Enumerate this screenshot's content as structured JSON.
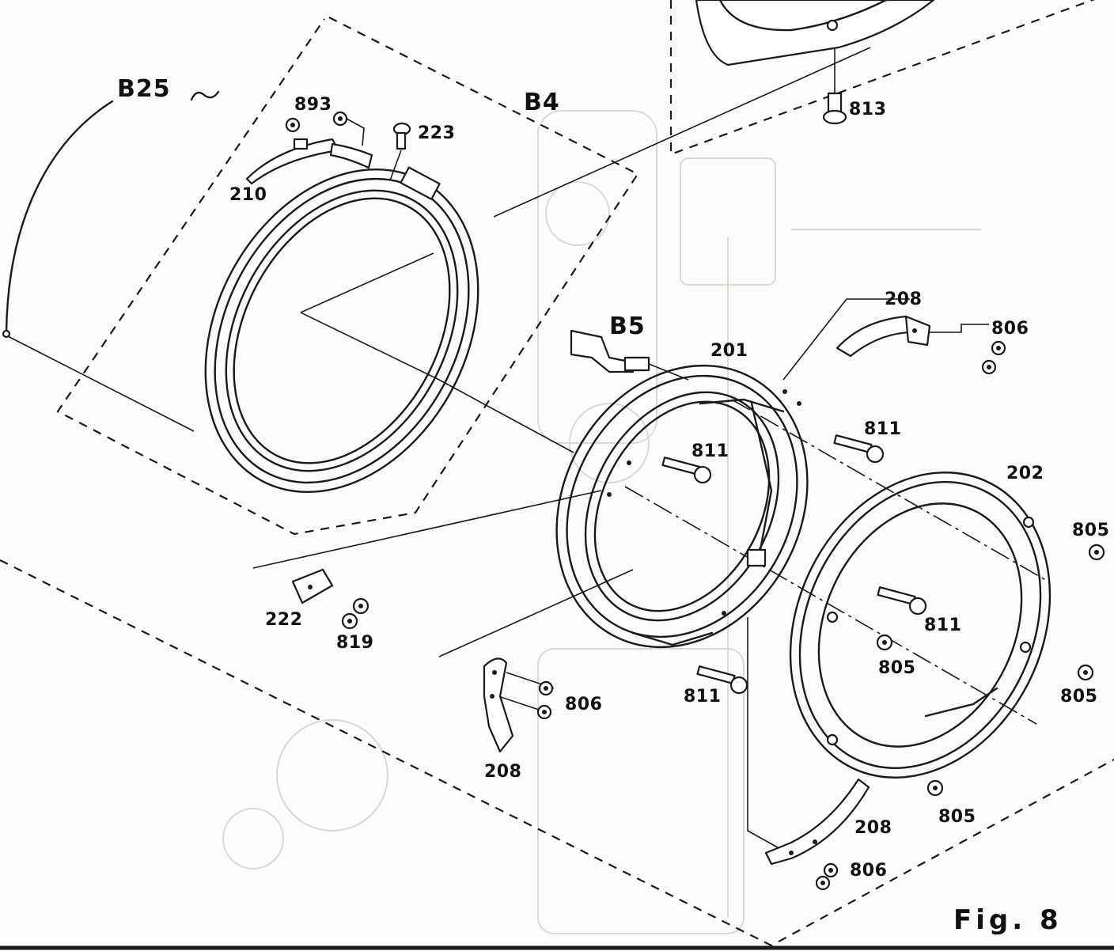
{
  "figure": {
    "caption": "Fig. 8"
  },
  "groups": [
    {
      "id": "B25",
      "text": "B25"
    },
    {
      "id": "B4",
      "text": "B4"
    },
    {
      "id": "B5",
      "text": "B5"
    }
  ],
  "parts": {
    "p893": "893",
    "p223": "223",
    "p210": "210",
    "p813": "813",
    "p208a": "208",
    "p806a": "806",
    "p201": "201",
    "p811a": "811",
    "p811b": "811",
    "p202": "202",
    "p805a": "805",
    "p222": "222",
    "p819": "819",
    "p811c": "811",
    "p805b": "805",
    "p805c": "805",
    "p806b": "806",
    "p811d": "811",
    "p208b": "208",
    "p805d": "805",
    "p208c": "208",
    "p806c": "806"
  }
}
